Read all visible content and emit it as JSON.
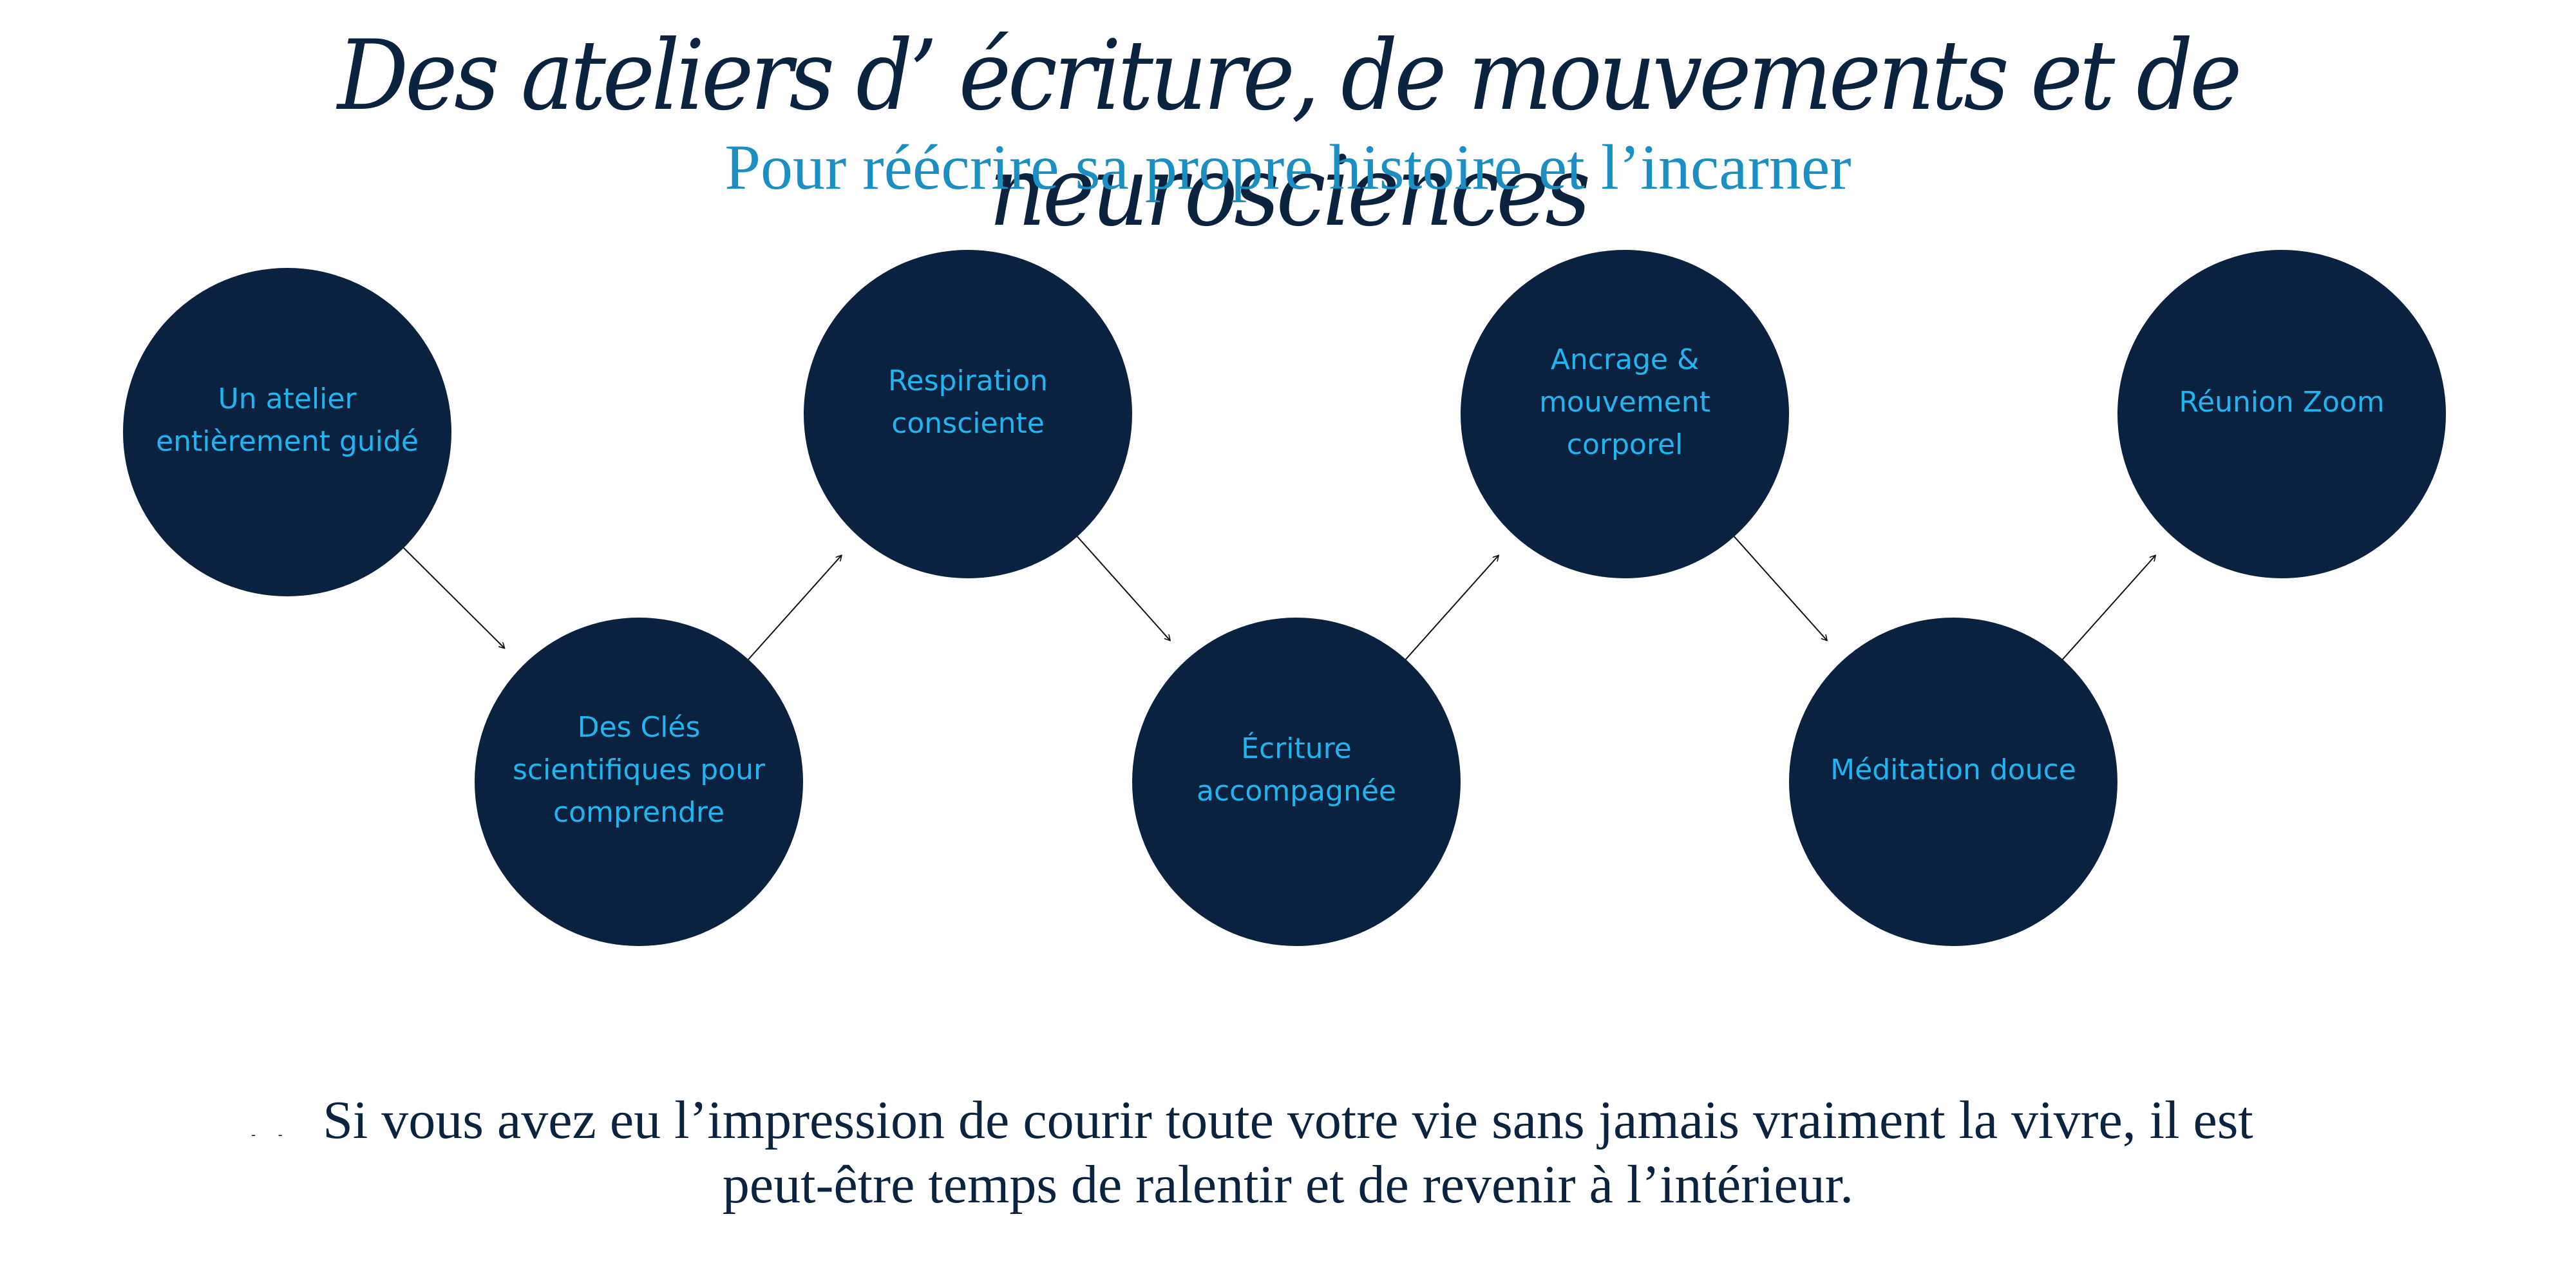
{
  "header": {
    "title": "Des ateliers d’ écriture, de mouvements et de neurosciences",
    "subtitle": "Pour réécrire sa propre histoire et l’incarner"
  },
  "diagram": {
    "node_fill": "#0b2140",
    "label_color": "#1db6f0",
    "arrow_color": "#111111",
    "nodes": [
      {
        "label": "Un atelier entièrement guidé",
        "lines": [
          "Un atelier",
          "entièrement guidé"
        ]
      },
      {
        "label": "Des Clés scientifiques pour comprendre",
        "lines": [
          "Des Clés",
          "scientifiques pour",
          "comprendre"
        ]
      },
      {
        "label": "Respiration consciente",
        "lines": [
          "Respiration",
          "consciente"
        ]
      },
      {
        "label": "Écriture accompagnée",
        "lines": [
          "Écriture",
          "accompagnée"
        ]
      },
      {
        "label": "Ancrage & mouvement corporel",
        "lines": [
          "Ancrage &",
          "mouvement",
          "corporel"
        ]
      },
      {
        "label": "Méditation douce",
        "lines": [
          "Méditation douce"
        ]
      },
      {
        "label": "Réunion Zoom",
        "lines": [
          "Réunion Zoom"
        ]
      }
    ],
    "edges": [
      [
        0,
        1
      ],
      [
        1,
        2
      ],
      [
        2,
        3
      ],
      [
        3,
        4
      ],
      [
        4,
        5
      ],
      [
        5,
        6
      ]
    ]
  },
  "footer": {
    "marker": "- -",
    "line1": "Si vous avez eu l’impression de courir toute votre vie sans jamais vraiment la vivre, il est",
    "line2": "peut-être temps de ralentir et de revenir à l’intérieur."
  }
}
